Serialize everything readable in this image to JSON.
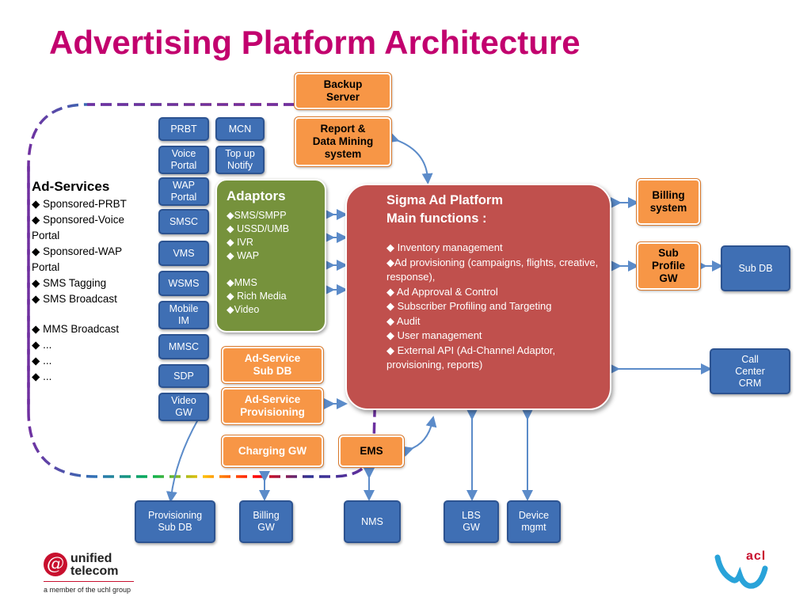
{
  "title": "Advertising Platform Architecture",
  "ad_services": {
    "heading": "Ad-Services",
    "items": [
      "◆ Sponsored-PRBT",
      "◆ Sponsored-Voice\nPortal",
      "◆ Sponsored-WAP\nPortal",
      "◆ SMS Tagging",
      "◆ SMS Broadcast",
      "",
      "◆  MMS Broadcast",
      "◆  ...",
      "◆ ...",
      "◆ ..."
    ]
  },
  "channels": {
    "prbt": "PRBT",
    "mcn": "MCN",
    "voice_portal": "Voice\nPortal",
    "topup_notify": "Top up\nNotify",
    "wap_portal": "WAP\nPortal",
    "smsc": "SMSC",
    "vms": "VMS",
    "wsms": "WSMS",
    "mobile_im": "Mobile\nIM",
    "mmsc": "MMSC",
    "sdp": "SDP",
    "video_gw": "Video\nGW"
  },
  "adaptors": {
    "heading": "Adaptors",
    "items": [
      "◆SMS/SMPP",
      "◆ USSD/UMB",
      "◆ IVR",
      "◆ WAP",
      "",
      "◆MMS",
      "◆ Rich Media",
      "◆Video"
    ]
  },
  "platform": {
    "heading_1": "Sigma Ad Platform",
    "heading_2": "Main functions :",
    "functions": [
      "◆ Inventory management",
      "◆Ad provisioning (campaigns, flights, creative, response),",
      "◆ Ad Approval & Control",
      "◆ Subscriber Profiling and Targeting",
      "◆ Audit",
      "◆ User management",
      "◆ External API (Ad-Channel Adaptor, provisioning, reports)"
    ]
  },
  "orange_boxes": {
    "backup_server": "Backup\nServer",
    "report_dm": "Report &\nData Mining\nsystem",
    "billing_system": "Billing\nsystem",
    "sub_profile_gw": "Sub\nProfile\nGW",
    "ad_service_sub_db": "Ad-Service\nSub DB",
    "ad_service_prov": "Ad-Service\nProvisioning",
    "charging_gw": "Charging GW",
    "ems": "EMS"
  },
  "blue_bottom": {
    "prov_sub_db": "Provisioning\nSub DB",
    "billing_gw": "Billing\nGW",
    "nms": "NMS",
    "lbs_gw": "LBS\nGW",
    "device_mgmt": "Device\nmgmt"
  },
  "blue_right": {
    "sub_db": "Sub DB",
    "call_center": "Call\nCenter\nCRM"
  },
  "logo_left": {
    "line1": "unified",
    "line2": "telecom",
    "tagline": "a member of the uchl group"
  },
  "logo_right": {
    "text": "acl"
  },
  "colors": {
    "title": "#c2006e",
    "blue": "#3f6fb4",
    "orange": "#f79646",
    "green": "#76923c",
    "red": "#c0504d",
    "arrow": "#5b8bc9",
    "dash_purple": "#7030a0"
  }
}
